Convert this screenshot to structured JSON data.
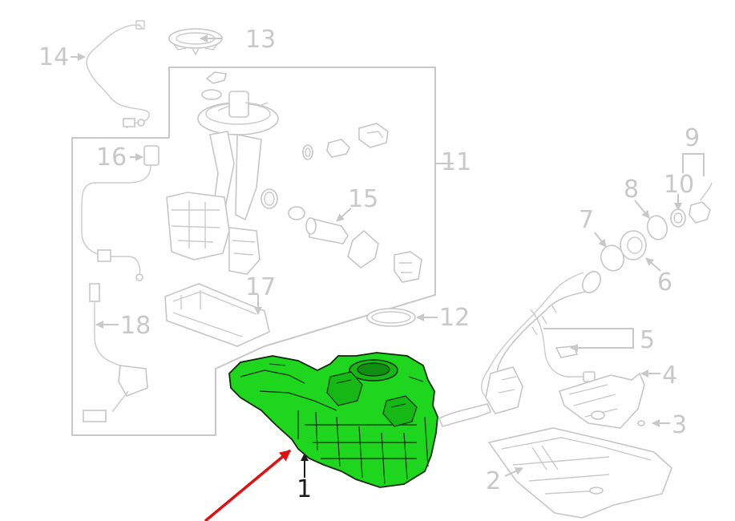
{
  "colors": {
    "highlight": "#1fd61f",
    "arrow": "#e01010",
    "line": "#c8c8c8",
    "selected_label": "#1a1a1a"
  },
  "parts": [
    {
      "number": "1",
      "highlighted": true
    },
    {
      "number": "2"
    },
    {
      "number": "3"
    },
    {
      "number": "4"
    },
    {
      "number": "5"
    },
    {
      "number": "6"
    },
    {
      "number": "7"
    },
    {
      "number": "8"
    },
    {
      "number": "9"
    },
    {
      "number": "10"
    },
    {
      "number": "11"
    },
    {
      "number": "12"
    },
    {
      "number": "13"
    },
    {
      "number": "14"
    },
    {
      "number": "15"
    },
    {
      "number": "16"
    },
    {
      "number": "17"
    },
    {
      "number": "18"
    }
  ]
}
